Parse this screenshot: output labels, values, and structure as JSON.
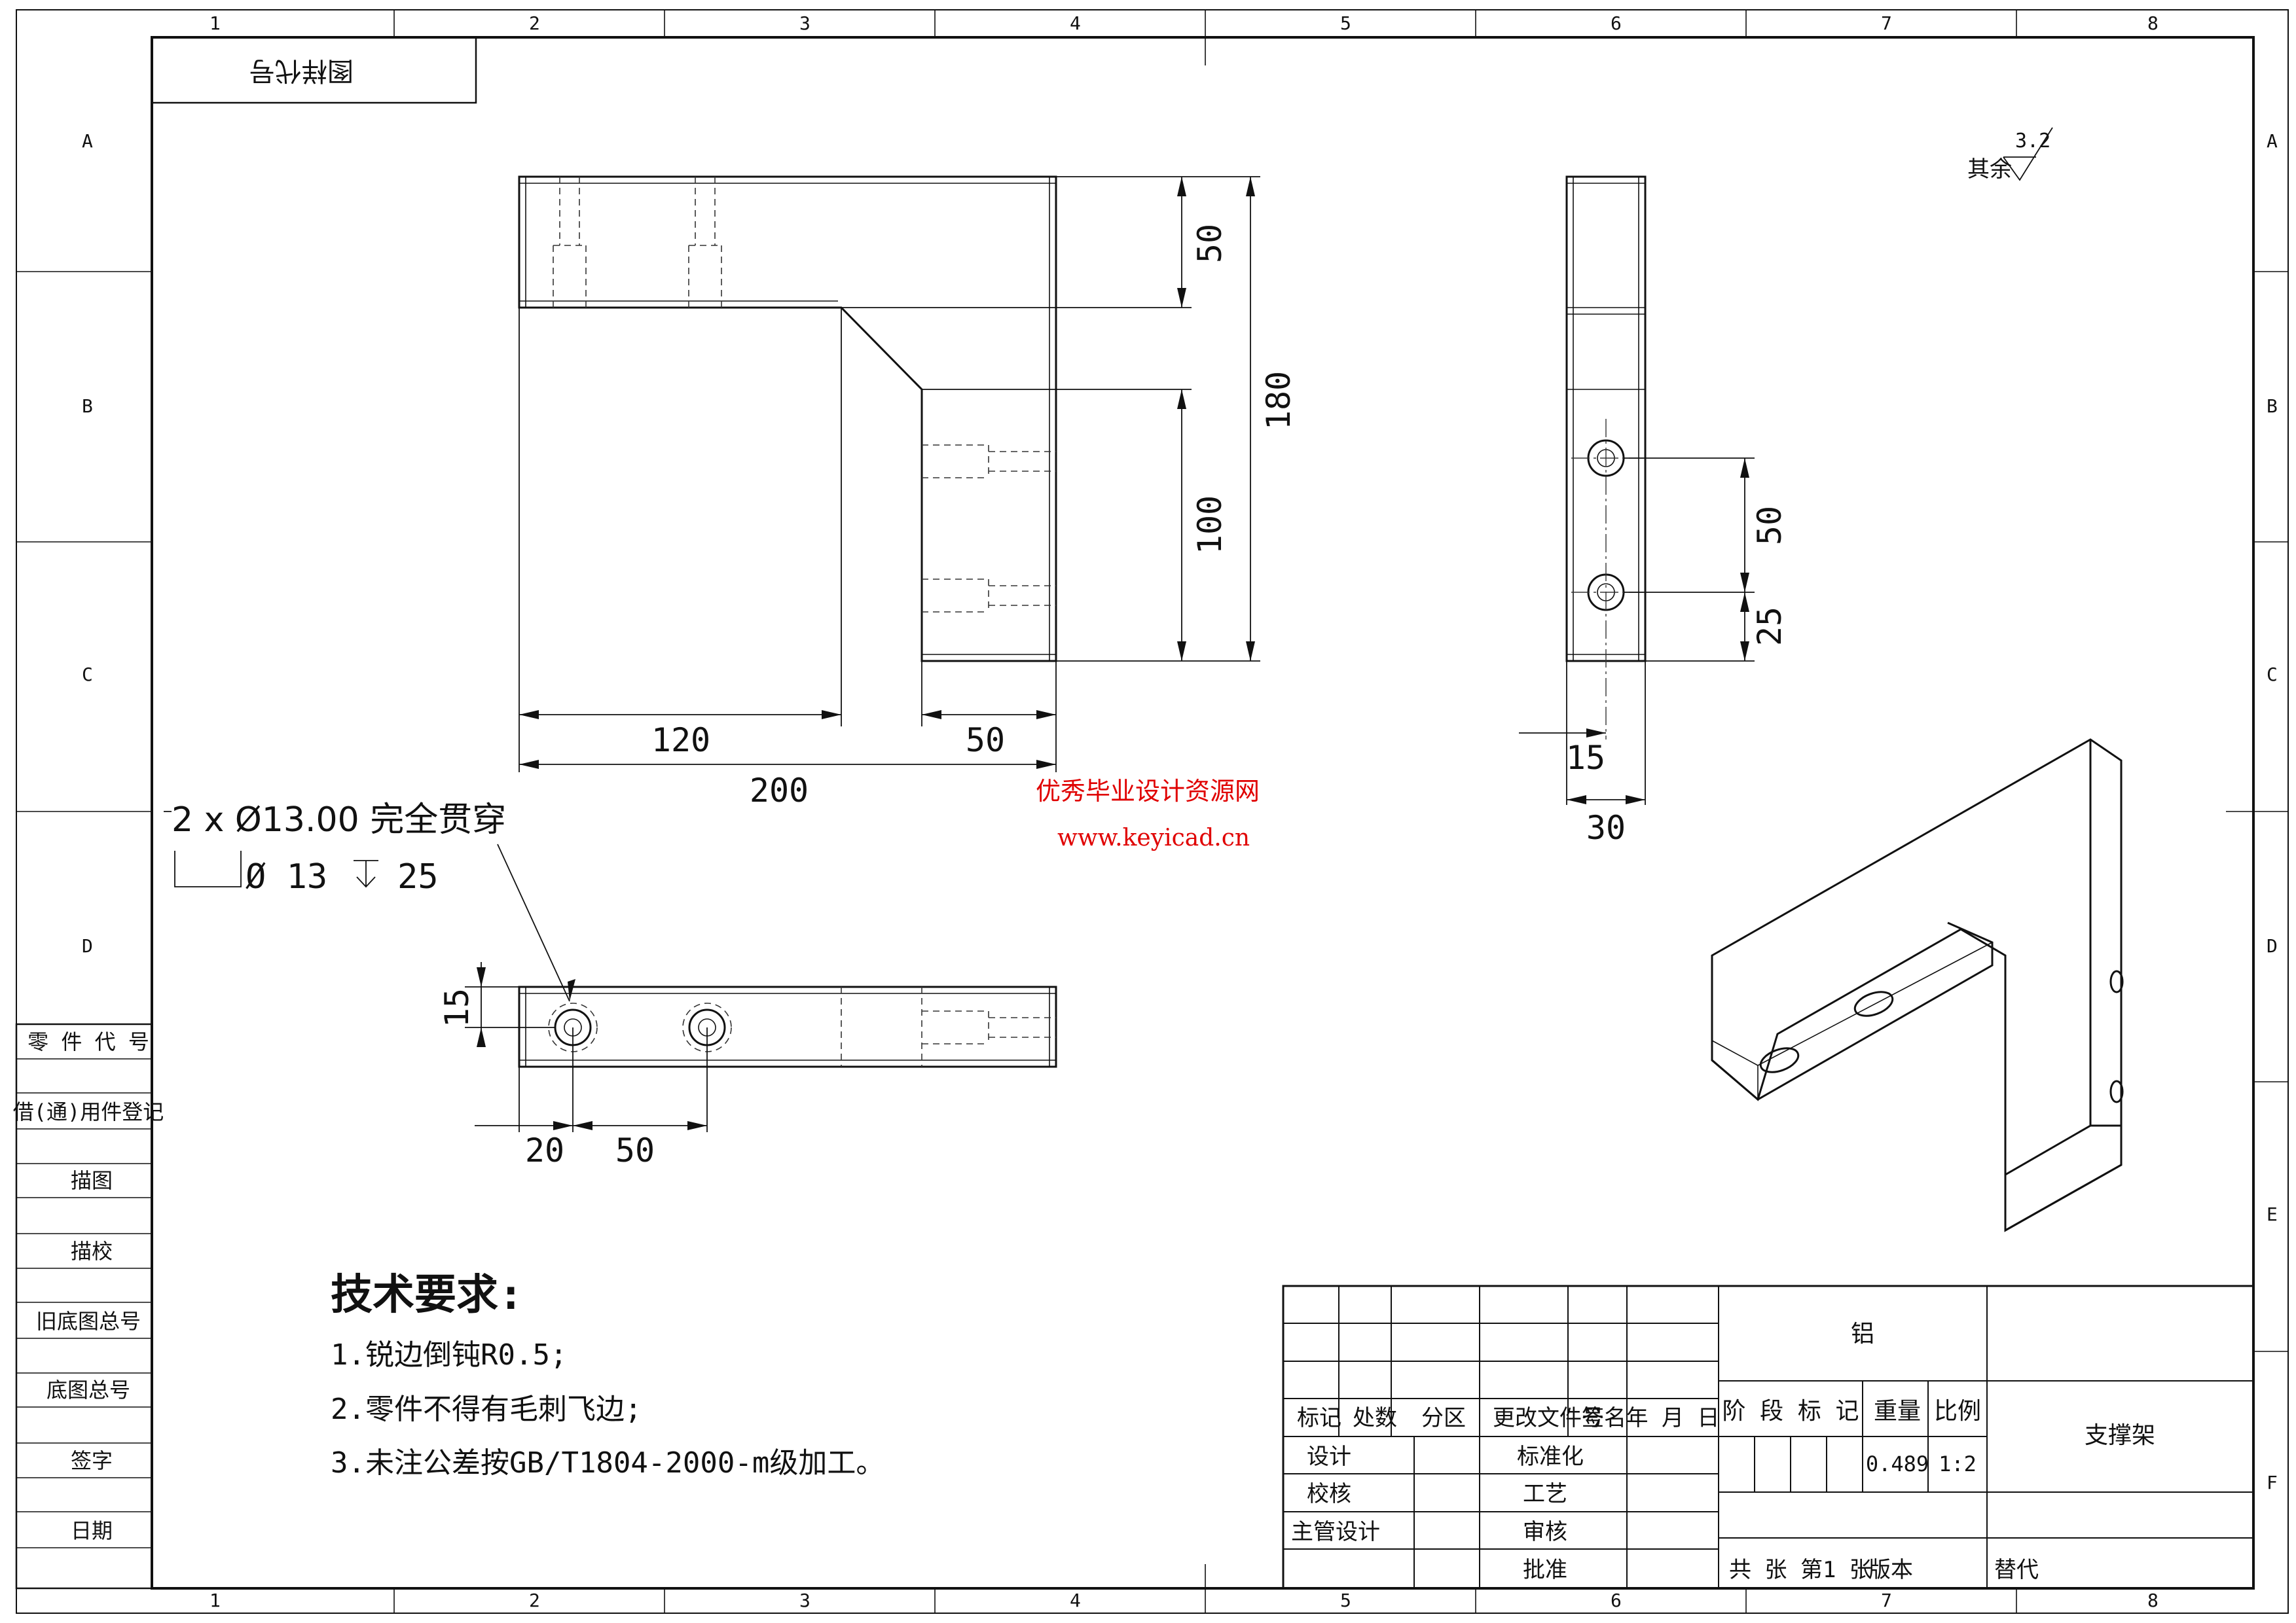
{
  "frame": {
    "columns": [
      "1",
      "2",
      "3",
      "4",
      "5",
      "6",
      "7",
      "8"
    ],
    "rows": [
      "A",
      "B",
      "C",
      "D",
      "E",
      "F"
    ],
    "stamp_box_text": "图样代号"
  },
  "left_strip": {
    "labels": [
      "零 件 代 号",
      "借(通)用件登记",
      "描图",
      "描校",
      "旧底图总号",
      "底图总号",
      "签字",
      "日期"
    ]
  },
  "surface_finish": {
    "label": "其余",
    "value": "3.2"
  },
  "dimensions": {
    "front": [
      "50",
      "100",
      "180",
      "120",
      "50",
      "200"
    ],
    "side": [
      "50",
      "25",
      "15",
      "30"
    ],
    "top": [
      "15",
      "20",
      "50"
    ]
  },
  "hole_callout": {
    "line1": "2 x Ø13.00 完全贯穿",
    "line2_dia": "Ø 13",
    "line2_depth": "25"
  },
  "watermark": {
    "line1": "优秀毕业设计资源网",
    "line2": "www.keyicad.cn"
  },
  "tech_requirements": {
    "title": "技术要求:",
    "items": [
      "1.锐边倒钝R0.5;",
      "2.零件不得有毛刺飞边;",
      "3.未注公差按GB/T1804-2000-m级加工。"
    ]
  },
  "title_block": {
    "material": "铝",
    "part_name": "支撑架",
    "weight_label": "重量",
    "scale_label": "比例",
    "weight": "0.489",
    "scale": "1:2",
    "stage_label": "阶 段 标 记",
    "revision_headers": [
      "标记",
      "处数",
      "分区",
      "更改文件号",
      "签名",
      "年 月 日"
    ],
    "sign_labels": [
      "设计",
      "校核",
      "主管设计"
    ],
    "approve_labels": [
      "标准化",
      "工艺",
      "审核",
      "批准"
    ],
    "sheet_text": "共  张 第1 张",
    "version_label": "版本",
    "replace_label": "替代"
  }
}
